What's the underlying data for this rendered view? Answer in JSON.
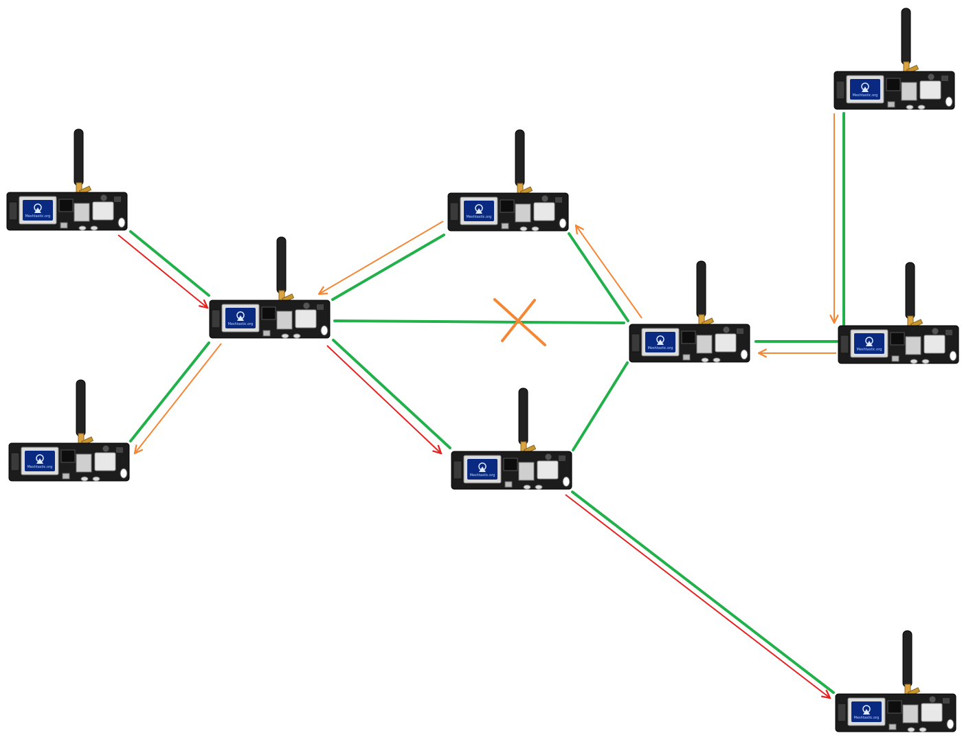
{
  "diagram": {
    "type": "mesh-network",
    "nodes": [
      {
        "id": "node-left-top",
        "device": "lora-gps-board-icon",
        "screen_text": "Meshtastic.org"
      },
      {
        "id": "node-left-bottom",
        "device": "lora-gps-board-icon",
        "screen_text": "Meshtastic.org"
      },
      {
        "id": "node-center",
        "device": "lora-gps-board-icon",
        "screen_text": "Meshtastic.org"
      },
      {
        "id": "node-middle-top",
        "device": "lora-gps-board-icon",
        "screen_text": "Meshtastic.org"
      },
      {
        "id": "node-middle-bottom",
        "device": "lora-gps-board-icon",
        "screen_text": "Meshtastic.org"
      },
      {
        "id": "node-right-center",
        "device": "lora-gps-board-icon",
        "screen_text": "Meshtastic.org"
      },
      {
        "id": "node-far-right-top",
        "device": "lora-gps-board-icon",
        "screen_text": "Meshtastic.org"
      },
      {
        "id": "node-far-right-middle",
        "device": "lora-gps-board-icon",
        "screen_text": "Meshtastic.org"
      },
      {
        "id": "node-far-right-bottom",
        "device": "lora-gps-board-icon",
        "screen_text": "Meshtastic.org"
      }
    ],
    "links": [
      {
        "from": "node-left-top",
        "to": "node-center",
        "status": "connected"
      },
      {
        "from": "node-center",
        "to": "node-left-bottom",
        "status": "connected"
      },
      {
        "from": "node-center",
        "to": "node-middle-top",
        "status": "connected"
      },
      {
        "from": "node-center",
        "to": "node-right-center",
        "status": "broken"
      },
      {
        "from": "node-center",
        "to": "node-middle-bottom",
        "status": "connected"
      },
      {
        "from": "node-middle-top",
        "to": "node-right-center",
        "status": "connected"
      },
      {
        "from": "node-middle-bottom",
        "to": "node-right-center",
        "status": "connected"
      },
      {
        "from": "node-right-center",
        "to": "node-far-right-middle",
        "status": "connected"
      },
      {
        "from": "node-far-right-top",
        "to": "node-far-right-middle",
        "status": "connected"
      },
      {
        "from": "node-middle-bottom",
        "to": "node-far-right-bottom",
        "status": "connected"
      }
    ],
    "messages": [
      {
        "from": "node-left-top",
        "to": "node-center",
        "kind": "outgoing"
      },
      {
        "from": "node-center",
        "to": "node-middle-bottom",
        "kind": "outgoing"
      },
      {
        "from": "node-middle-bottom",
        "to": "node-far-right-bottom",
        "kind": "outgoing"
      },
      {
        "from": "node-far-right-top",
        "to": "node-far-right-middle",
        "kind": "relay"
      },
      {
        "from": "node-far-right-middle",
        "to": "node-right-center",
        "kind": "relay"
      },
      {
        "from": "node-right-center",
        "to": "node-middle-top",
        "kind": "relay"
      },
      {
        "from": "node-middle-top",
        "to": "node-center",
        "kind": "relay"
      },
      {
        "from": "node-center",
        "to": "node-left-bottom",
        "kind": "relay"
      }
    ],
    "colors": {
      "link": "#22b04b",
      "outgoing": "#e52222",
      "relay": "#f58634",
      "broken_mark": "#f58634",
      "pcb": "#1c1c1c",
      "screen": "#0a2a82"
    }
  }
}
